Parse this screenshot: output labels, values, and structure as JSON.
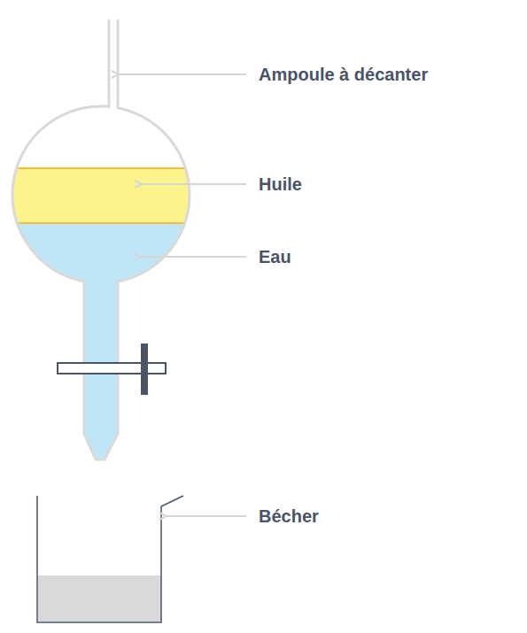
{
  "diagram": {
    "labels": [
      "Ampoule à décanter",
      "Huile",
      "Eau",
      "Bécher"
    ]
  }
}
